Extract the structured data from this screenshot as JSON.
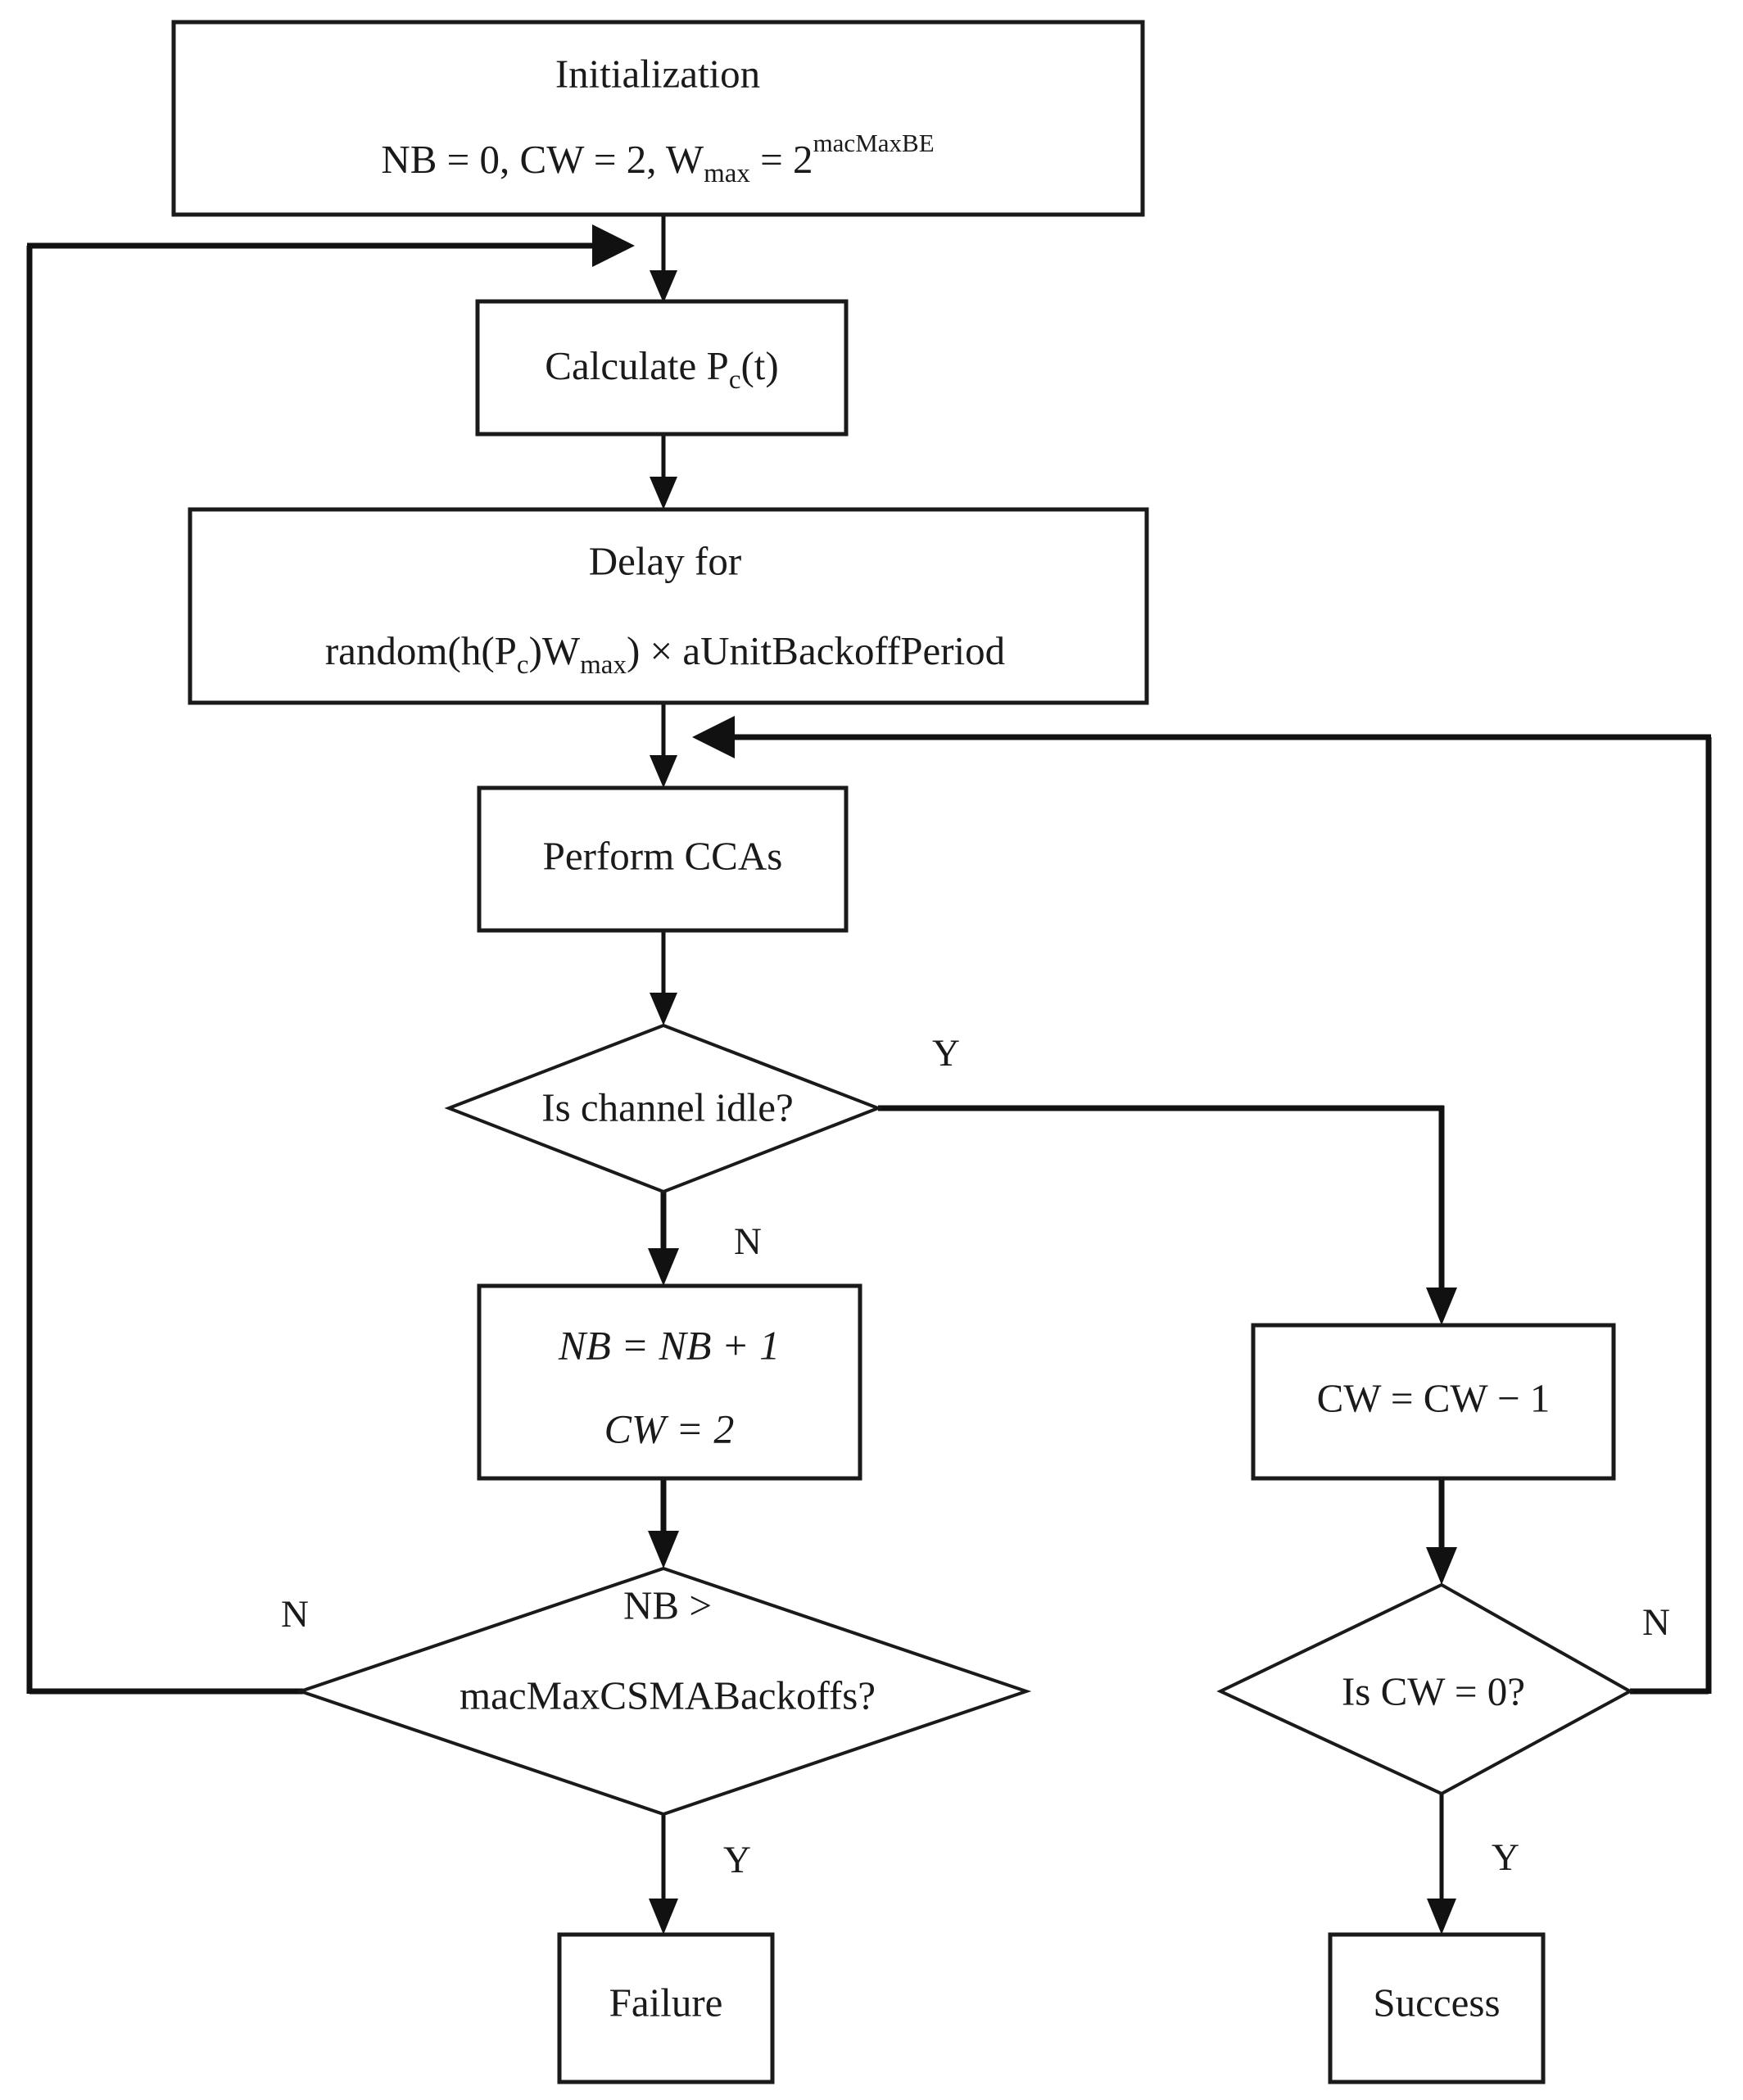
{
  "diagram": {
    "title": "CSMA-CA backoff algorithm flowchart",
    "type": "flowchart",
    "colors": {
      "background": "#ffffff",
      "stroke": "#1a1a1a",
      "text": "#1a1a1a"
    },
    "nodes": [
      {
        "id": "initialization",
        "shape": "process",
        "line1": "Initialization",
        "line2_a": "NB  =  0, CW  =  2, W",
        "line2_sub": "max",
        "line2_b": " = 2",
        "line2_sup": "macMaxBE"
      },
      {
        "id": "calculate-pc",
        "shape": "process",
        "line1_a": "Calculate P",
        "line1_sub": "c",
        "line1_b": "(t)"
      },
      {
        "id": "delay",
        "shape": "process",
        "line1": "Delay for",
        "line2_a": "random(h(P",
        "line2_sub1": "c",
        "line2_b": ")W",
        "line2_sub2": "max",
        "line2_c": ") × aUnitBackoffPeriod"
      },
      {
        "id": "perform-ccas",
        "shape": "process",
        "line1": "Perform CCAs"
      },
      {
        "id": "is-channel-idle",
        "shape": "decision",
        "line1": "Is channel idle?"
      },
      {
        "id": "increment-nb",
        "shape": "process",
        "line1": "NB = NB + 1",
        "line2": "CW = 2"
      },
      {
        "id": "decrement-cw",
        "shape": "process",
        "line1": "CW = CW − 1"
      },
      {
        "id": "nb-exceeds-max",
        "shape": "decision",
        "line1": "NB >",
        "line2": "macMaxCSMABackoffs?"
      },
      {
        "id": "is-cw-zero",
        "shape": "decision",
        "line1": "Is CW = 0?"
      },
      {
        "id": "failure",
        "shape": "terminal",
        "line1": "Failure"
      },
      {
        "id": "success",
        "shape": "terminal",
        "line1": "Success"
      }
    ],
    "edge_labels": {
      "channel_idle_yes": "Y",
      "channel_idle_no": "N",
      "nb_exceeds_no": "N",
      "nb_exceeds_yes": "Y",
      "cw_zero_no": "N",
      "cw_zero_yes": "Y"
    },
    "edges": [
      {
        "from": "initialization",
        "to": "calculate-pc",
        "label": ""
      },
      {
        "from": "calculate-pc",
        "to": "delay",
        "label": ""
      },
      {
        "from": "delay",
        "to": "perform-ccas",
        "label": ""
      },
      {
        "from": "perform-ccas",
        "to": "is-channel-idle",
        "label": ""
      },
      {
        "from": "is-channel-idle",
        "to": "decrement-cw",
        "label": "Y"
      },
      {
        "from": "is-channel-idle",
        "to": "increment-nb",
        "label": "N"
      },
      {
        "from": "increment-nb",
        "to": "nb-exceeds-max",
        "label": ""
      },
      {
        "from": "nb-exceeds-max",
        "to": "calculate-pc",
        "label": "N"
      },
      {
        "from": "nb-exceeds-max",
        "to": "failure",
        "label": "Y"
      },
      {
        "from": "decrement-cw",
        "to": "is-cw-zero",
        "label": ""
      },
      {
        "from": "is-cw-zero",
        "to": "perform-ccas",
        "label": "N"
      },
      {
        "from": "is-cw-zero",
        "to": "success",
        "label": "Y"
      }
    ]
  }
}
